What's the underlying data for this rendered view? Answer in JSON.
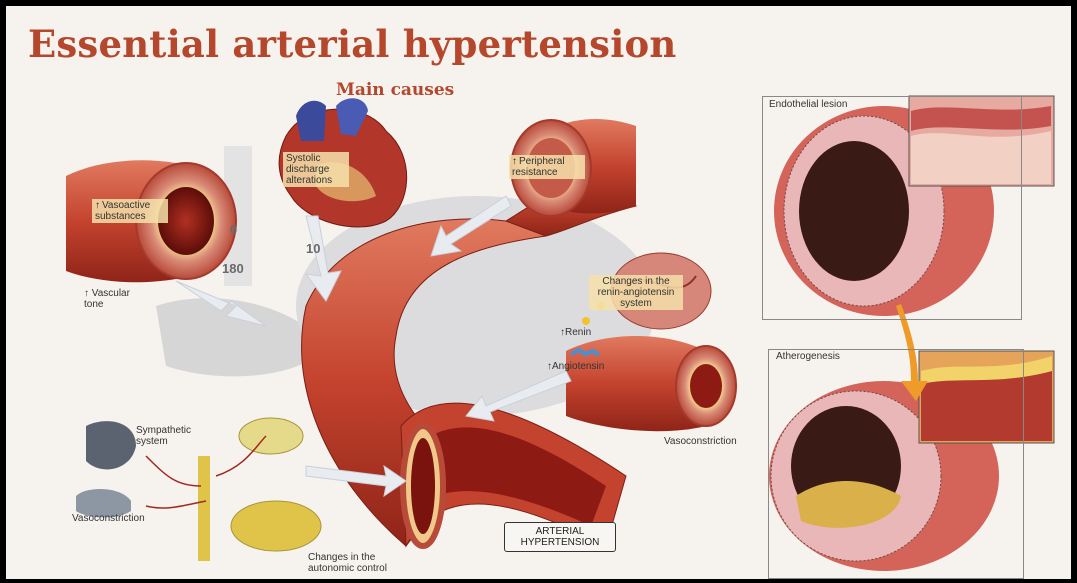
{
  "title": "Essential arterial hypertension",
  "subtitle": "Main causes",
  "labels": {
    "vasoactive": "Vasoactive substances",
    "vascular_tone": "Vascular tone",
    "systolic": "Systolic discharge alterations",
    "peripheral": "Peripheral resistance",
    "renin_system": "Changes in the renin-angiotensin system",
    "renin": "Renin",
    "angiotensin": "Angiotensin",
    "vasoconstriction_right": "Vasoconstriction",
    "sympathetic": "Sympathetic system",
    "vasoconstriction_left": "Vasoconstriction",
    "autonomic": "Changes in the autonomic control",
    "arterial_hypertension": "ARTERIAL HYPERTENSION",
    "gauge_180": "180",
    "gauge_0": "0",
    "gauge_10": "10"
  },
  "panels": {
    "endothelial": "Endothelial lesion",
    "atherogenesis": "Atherogenesis"
  },
  "colors": {
    "title": "#b4472c",
    "artery": "#c8553d",
    "artery_inner": "#8e1a14",
    "plaque": "#d9b04a",
    "arrow": "#e2e7ee"
  }
}
